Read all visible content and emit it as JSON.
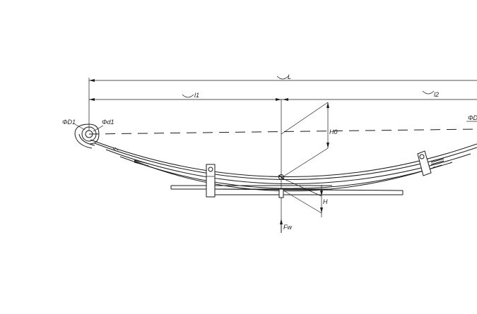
{
  "dimensions": {
    "L": "L",
    "L1": "l1",
    "L2": "l2",
    "H0": "H0",
    "H": "H",
    "D1": "ΦD1",
    "d1": "Φd1",
    "D_right": "ΦD",
    "load": "Fw"
  }
}
